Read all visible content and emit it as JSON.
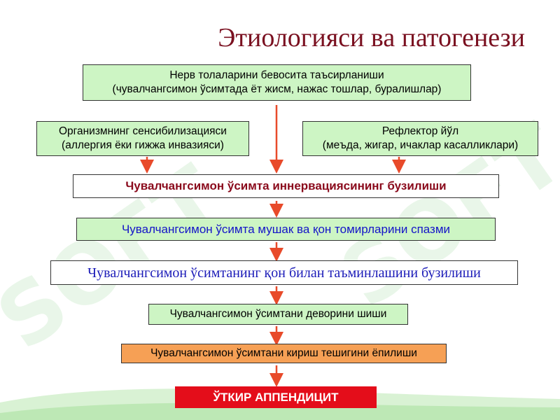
{
  "title": "Этиологияси ва патогенези",
  "watermark": "SOFT",
  "boxes": {
    "top": {
      "line1": "Нерв толаларини бевосита таъсирланиши",
      "line2": "(чувалчангсимон ўсимтада ёт жисм, нажас тошлар, буралишлар)"
    },
    "left": {
      "line1": "Организмнинг сенсибилизацияси",
      "line2": "(аллергия ёки гижжа инвазияси)"
    },
    "right": {
      "line1": "Рефлектор йўл",
      "line2": "(меъда, жигар, ичаклар касалликлари)"
    },
    "step1": "Чувалчангсимон ўсимта иннервациясининг бузилиши",
    "step2": "Чувалчангсимон ўсимта мушак ва қон томирларини спазми",
    "step3": "Чувалчангсимон ўсимтанинг қон билан таъминлашини бузилиши",
    "step4": "Чувалчангсимон ўсимтани деворини шиши",
    "step5": "Чувалчангсимон ўсимтани кириш тешигини ёпилиши",
    "result": "ЎТКИР АППЕНДИЦИТ"
  },
  "colors": {
    "green_box": "#cdf5c4",
    "orange_box": "#f6a055",
    "red_box": "#e40d1a",
    "arrow": "#e84a2a",
    "title": "#7a1020"
  }
}
